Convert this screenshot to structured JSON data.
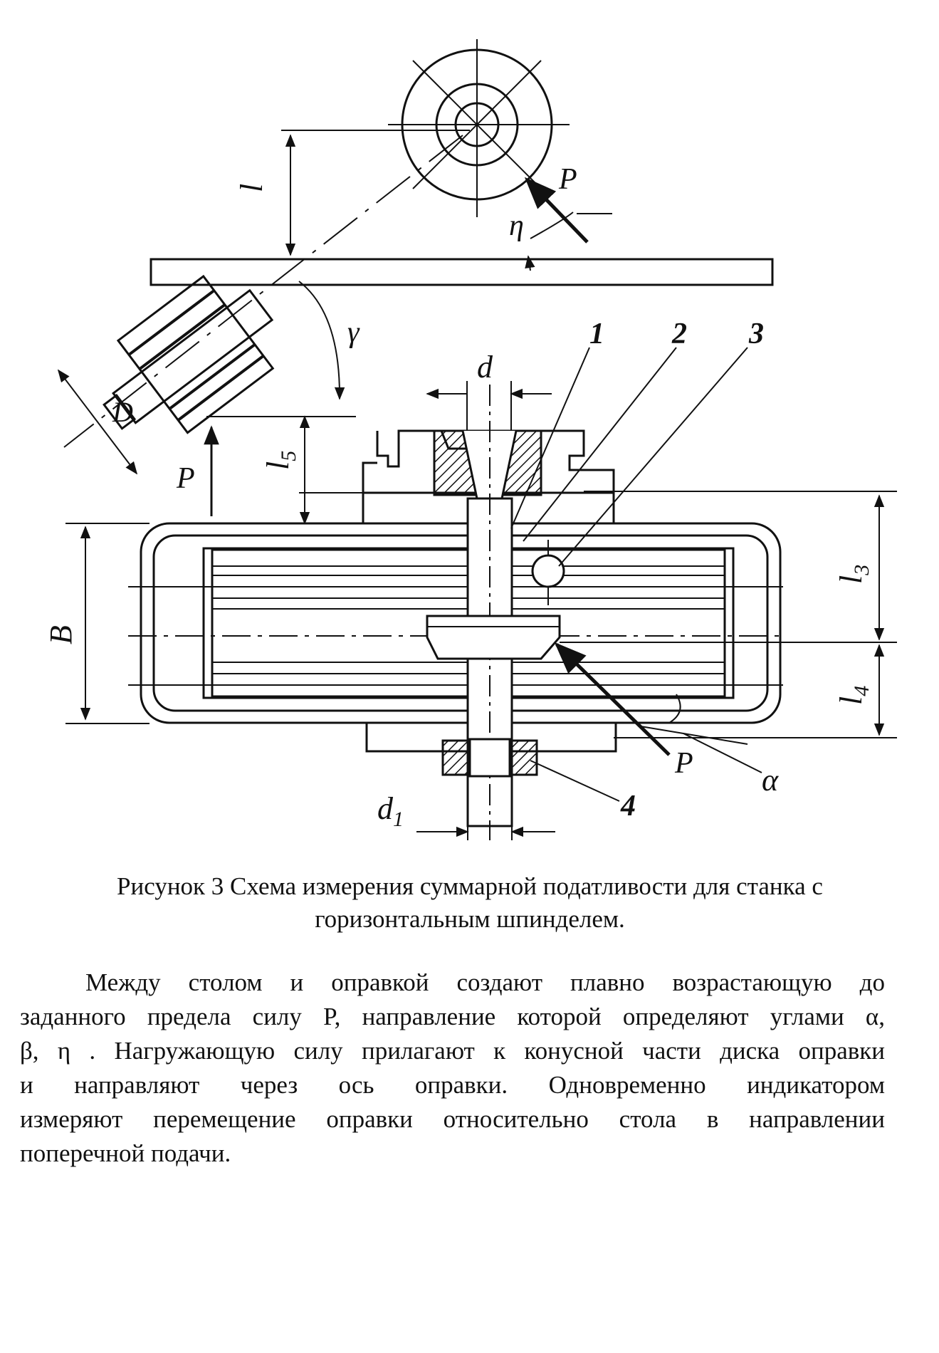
{
  "figure": {
    "labels": {
      "l": "l",
      "P_top": "P",
      "eta": "η",
      "gamma": "γ",
      "num1": "1",
      "num2": "2",
      "num3": "3",
      "d": "d",
      "D": "D",
      "P_left": "P",
      "l5": "l",
      "l5_sub": "5",
      "l3": "l",
      "l3_sub": "3",
      "B": "B",
      "l4": "l",
      "l4_sub": "4",
      "P_bottom": "P",
      "alpha": "α",
      "d1": "d",
      "d1_sub": "1",
      "num4": "4"
    }
  },
  "caption": {
    "line1": "Рисунок 3 Схема измерения суммарной податливости для станка с",
    "line2": "горизонтальным шпинделем."
  },
  "paragraph": {
    "lines": [
      "Между столом и оправкой создают плавно возрастающую до",
      "заданного предела силу P, направление которой определяют углами α,",
      "β, η . Нагружающую силу прилагают к конусной части диска оправки",
      "и направляют через ось оправки. Одновременно индикатором",
      "измеряют перемещение оправки относительно стола в направлении",
      "поперечной подачи."
    ]
  }
}
